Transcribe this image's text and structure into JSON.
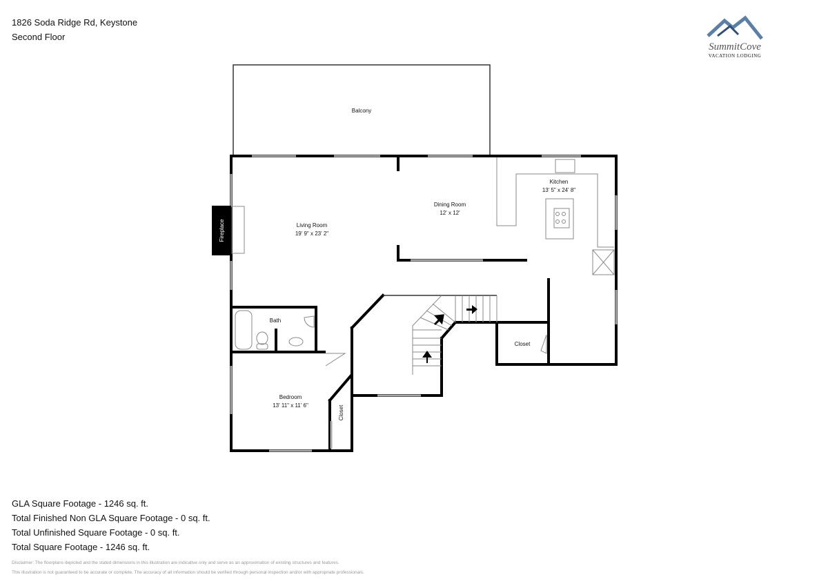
{
  "header": {
    "address": "1826 Soda Ridge Rd, Keystone",
    "floor": "Second Floor"
  },
  "logo": {
    "brand": "SummitCove",
    "tagline": "Vacation Lodging"
  },
  "rooms": {
    "balcony": {
      "name": "Balcony"
    },
    "living": {
      "name": "Living Room",
      "dims": "19' 9\" x 23' 2\""
    },
    "dining": {
      "name": "Dining Room",
      "dims": "12' x 12'"
    },
    "kitchen": {
      "name": "Kitchen",
      "dims": "13' 5\" x 24' 8\""
    },
    "fireplace": {
      "name": "Fireplace"
    },
    "bath": {
      "name": "Bath"
    },
    "bedroom": {
      "name": "Bedroom",
      "dims": "13' 11\" x 11' 6\""
    },
    "closet1": {
      "name": "Closet"
    },
    "closet2": {
      "name": "Closet"
    }
  },
  "footage": [
    "GLA Square Footage - 1246 sq. ft.",
    "Total Finished Non GLA Square Footage - 0 sq. ft.",
    "Total Unfinished Square Footage - 0 sq. ft.",
    "Total Square Footage - 1246 sq. ft."
  ],
  "disclaimer": [
    "Disclaimer: The floorplans depicted and the stated dimensions in this illustration are indicative only and serve as an approximation of existing structures and features.",
    "This illustration is not guaranteed to be accurate or complete. The accuracy of all information should be verified through personal inspection and/or with appropriate professionals."
  ]
}
